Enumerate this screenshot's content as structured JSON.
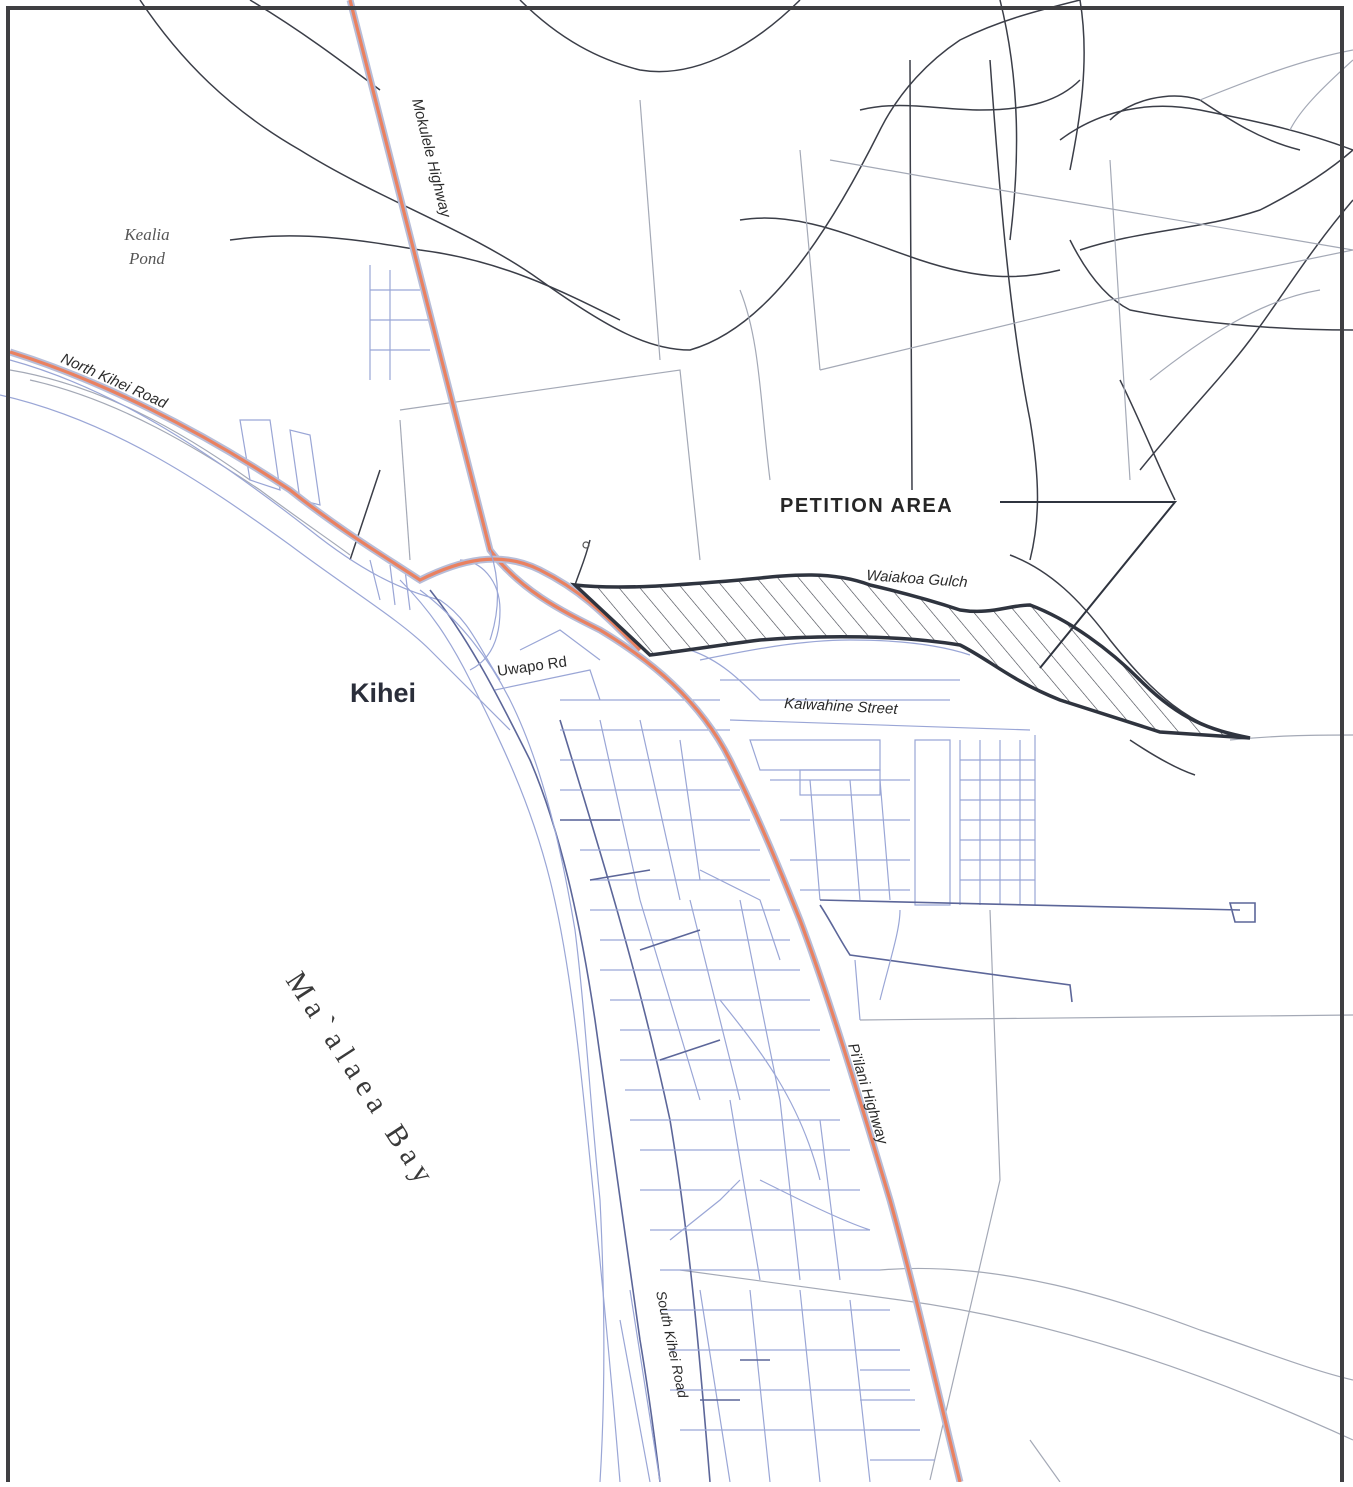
{
  "colors": {
    "highway": "#ea8160",
    "local_street": "#9aa6d6",
    "contour": "#3b3e48",
    "petition_outline": "#2f343f",
    "frame": "#3f3f42"
  },
  "labels": {
    "kealia_line1": "Kealia",
    "kealia_line2": "Pond",
    "north_kihei_road": "North Kihei Road",
    "mokulele_highway": "Mokulele Highway",
    "petition_area": "PETITION AREA",
    "waiakoa_gulch": "Waiakoa Gulch",
    "uwapo_rd": "Uwapo Rd",
    "kihei": "Kihei",
    "kaiwahine_street": "Kaiwahine Street",
    "piilani_highway": "Pi'ilani Highway",
    "maalaea_bay": "Ma`alaea Bay",
    "south_kihei_road": "South Kihei Road"
  }
}
